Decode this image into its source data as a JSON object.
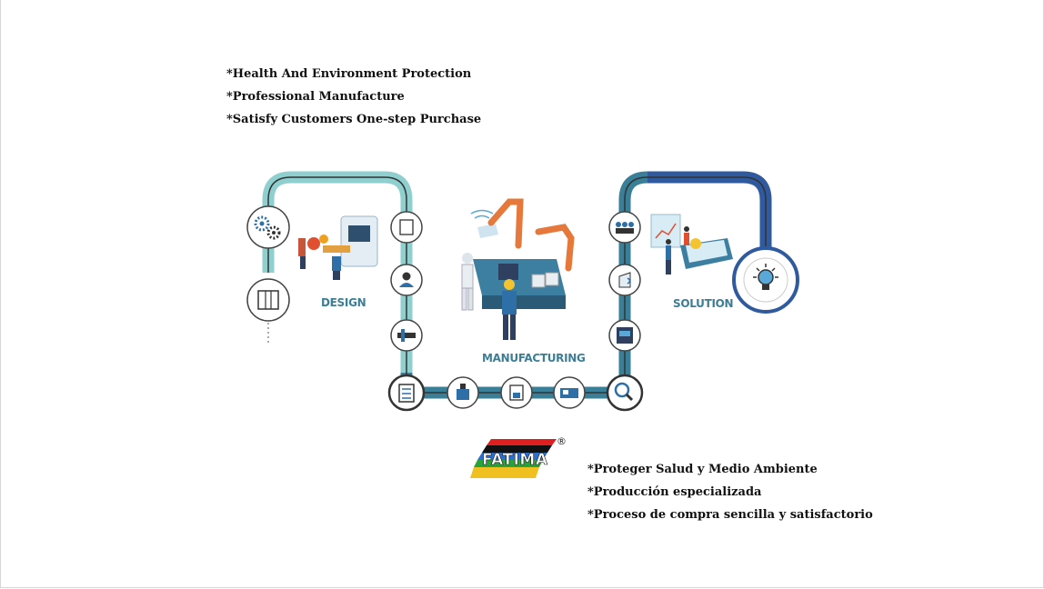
{
  "bullets_en": [
    "*Health And Environment Protection",
    "*Professional Manufacture",
    "*Satisfy Customers One-step Purchase"
  ],
  "bullets_es": [
    "*Proteger Salud y Medio Ambiente",
    "*Producción especializada",
    "*Proceso de compra sencilla y satisfactorio"
  ],
  "diagram": {
    "stages": [
      "DESIGN",
      "MANUFACTURING",
      "SOLUTION"
    ],
    "colors": {
      "design_track": "#8fcfcf",
      "mfg_track": "#3a7f98",
      "solution_track": "#2f5a9e",
      "label": "#3c7e96"
    }
  },
  "logo": {
    "text": "FATIMA",
    "registered": "®",
    "stripe_colors": [
      "#e02020",
      "#111111",
      "#2a6fd6",
      "#2aa23a",
      "#f0c020"
    ]
  }
}
